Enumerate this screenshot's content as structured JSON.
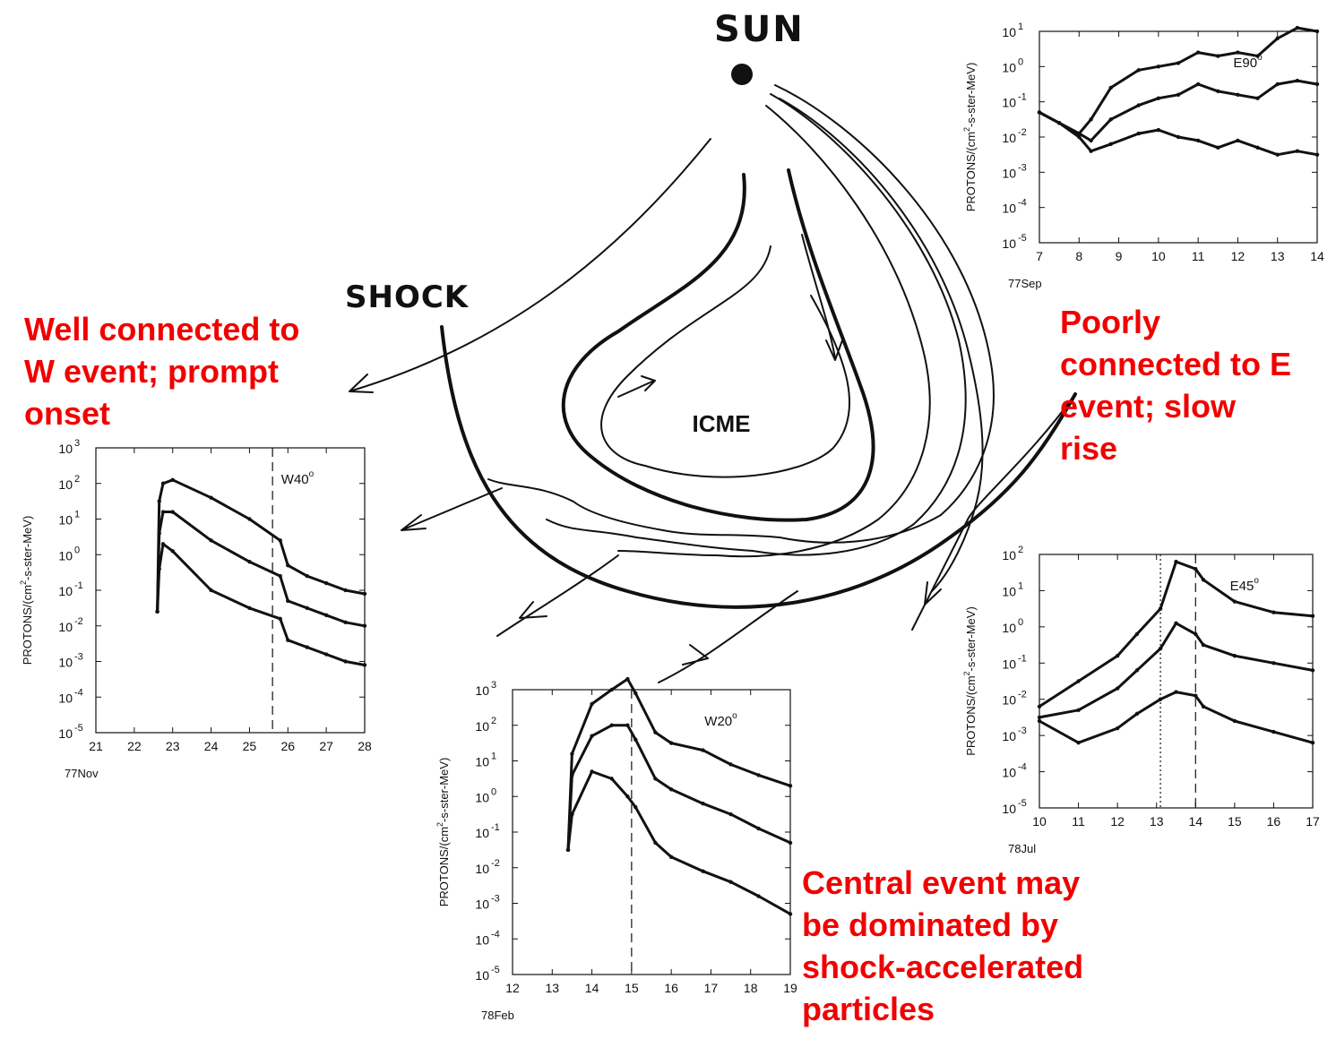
{
  "diagram": {
    "sun_label": "SUN",
    "shock_label": "SHOCK",
    "icme_label": "ICME"
  },
  "annotations": {
    "west": "Well connected to\nW event; prompt\nonset",
    "east": "Poorly\nconnected to E\nevent; slow\nrise",
    "central": "Central event may\nbe dominated by\nshock-accelerated\nparticles"
  },
  "colors": {
    "annotation": "#f20000",
    "ink": "#111111"
  },
  "panels": [
    {
      "id": "W40",
      "ylabel_parts": [
        "PROTONS/(cm",
        "2",
        "-s-ster-MeV)"
      ],
      "tag": "W40",
      "tag_sup": "o",
      "date_label": "77Nov",
      "x_ticks": [
        "21",
        "22",
        "23",
        "24",
        "25",
        "26",
        "27",
        "28"
      ],
      "x_range": [
        21,
        28
      ],
      "y_exponents": [
        "3",
        "2",
        "1",
        "0",
        "-1",
        "-2",
        "-3",
        "-4",
        "-5"
      ],
      "y_range_log10": [
        -5,
        3
      ],
      "dashed_lines": [
        25.6
      ],
      "dotted_lines": [],
      "series": [
        {
          "x": [
            22.6,
            22.65,
            22.75,
            23.0,
            24.0,
            25.0,
            25.8,
            26.0,
            26.5,
            27.0,
            27.5,
            28.0
          ],
          "y": [
            -1.6,
            1.5,
            2.0,
            2.1,
            1.6,
            1.0,
            0.4,
            -0.3,
            -0.6,
            -0.8,
            -1.0,
            -1.1
          ]
        },
        {
          "x": [
            22.6,
            22.65,
            22.75,
            23.0,
            24.0,
            25.0,
            25.8,
            26.0,
            26.5,
            27.0,
            27.5,
            28.0
          ],
          "y": [
            -1.6,
            0.6,
            1.2,
            1.2,
            0.4,
            -0.2,
            -0.6,
            -1.3,
            -1.5,
            -1.7,
            -1.9,
            -2.0
          ]
        },
        {
          "x": [
            22.6,
            22.65,
            22.75,
            23.0,
            24.0,
            25.0,
            25.8,
            26.0,
            26.5,
            27.0,
            27.5,
            28.0
          ],
          "y": [
            -1.6,
            -0.4,
            0.3,
            0.1,
            -1.0,
            -1.5,
            -1.8,
            -2.4,
            -2.6,
            -2.8,
            -3.0,
            -3.1
          ]
        }
      ]
    },
    {
      "id": "W20",
      "ylabel_parts": [
        "PROTONS/(cm",
        "2",
        "-s-ster-MeV)"
      ],
      "tag": "W20",
      "tag_sup": "o",
      "date_label": "78Feb",
      "x_ticks": [
        "12",
        "13",
        "14",
        "15",
        "16",
        "17",
        "18",
        "19"
      ],
      "x_range": [
        12,
        19
      ],
      "y_exponents": [
        "3",
        "2",
        "1",
        "0",
        "-1",
        "-2",
        "-3",
        "-4",
        "-5"
      ],
      "y_range_log10": [
        -5,
        3
      ],
      "dashed_lines": [
        15.0
      ],
      "dotted_lines": [],
      "series": [
        {
          "x": [
            13.4,
            13.5,
            14.0,
            14.5,
            14.9,
            15.1,
            15.6,
            16.0,
            16.8,
            17.5,
            18.2,
            19.0
          ],
          "y": [
            -1.5,
            1.2,
            2.6,
            3.0,
            3.3,
            2.9,
            1.8,
            1.5,
            1.3,
            0.9,
            0.6,
            0.3
          ]
        },
        {
          "x": [
            13.4,
            13.5,
            14.0,
            14.5,
            14.9,
            15.1,
            15.6,
            16.0,
            16.8,
            17.5,
            18.2,
            19.0
          ],
          "y": [
            -1.5,
            0.6,
            1.7,
            2.0,
            2.0,
            1.6,
            0.5,
            0.2,
            -0.2,
            -0.5,
            -0.9,
            -1.3
          ]
        },
        {
          "x": [
            13.4,
            13.5,
            14.0,
            14.5,
            14.9,
            15.1,
            15.6,
            16.0,
            16.8,
            17.5,
            18.2,
            19.0
          ],
          "y": [
            -1.5,
            -0.5,
            0.7,
            0.5,
            0.0,
            -0.3,
            -1.3,
            -1.7,
            -2.1,
            -2.4,
            -2.8,
            -3.3
          ]
        }
      ]
    },
    {
      "id": "E45",
      "ylabel_parts": [
        "PROTONS/(cm",
        "2",
        "-s-ster-MeV)"
      ],
      "tag": "E45",
      "tag_sup": "o",
      "date_label": "78Jul",
      "x_ticks": [
        "10",
        "11",
        "12",
        "13",
        "14",
        "15",
        "16",
        "17"
      ],
      "x_range": [
        10,
        17
      ],
      "y_exponents": [
        "2",
        "1",
        "0",
        "-1",
        "-2",
        "-3",
        "-4",
        "-5"
      ],
      "y_range_log10": [
        -5,
        2
      ],
      "dashed_lines": [
        14.0
      ],
      "dotted_lines": [
        13.1
      ],
      "series": [
        {
          "x": [
            10.0,
            11.0,
            12.0,
            12.5,
            13.1,
            13.5,
            14.0,
            14.2,
            15.0,
            16.0,
            17.0
          ],
          "y": [
            -2.2,
            -1.5,
            -0.8,
            -0.2,
            0.5,
            1.8,
            1.6,
            1.3,
            0.7,
            0.4,
            0.3
          ]
        },
        {
          "x": [
            10.0,
            11.0,
            12.0,
            12.5,
            13.1,
            13.5,
            14.0,
            14.2,
            15.0,
            16.0,
            17.0
          ],
          "y": [
            -2.5,
            -2.3,
            -1.7,
            -1.2,
            -0.6,
            0.1,
            -0.2,
            -0.5,
            -0.8,
            -1.0,
            -1.2
          ]
        },
        {
          "x": [
            10.0,
            11.0,
            12.0,
            12.5,
            13.1,
            13.5,
            14.0,
            14.2,
            15.0,
            16.0,
            17.0
          ],
          "y": [
            -2.6,
            -3.2,
            -2.8,
            -2.4,
            -2.0,
            -1.8,
            -1.9,
            -2.2,
            -2.6,
            -2.9,
            -3.2
          ]
        }
      ]
    },
    {
      "id": "E90",
      "ylabel_parts": [
        "PROTONS/(cm",
        "2",
        "-s-ster-MeV)"
      ],
      "tag": "E90",
      "tag_sup": "o",
      "date_label": "77Sep",
      "x_ticks": [
        "7",
        "8",
        "9",
        "10",
        "11",
        "12",
        "13",
        "14"
      ],
      "x_range": [
        7,
        14
      ],
      "y_exponents": [
        "1",
        "0",
        "-1",
        "-2",
        "-3",
        "-4",
        "-5"
      ],
      "y_range_log10": [
        -5,
        1
      ],
      "dashed_lines": [],
      "dotted_lines": [],
      "series": [
        {
          "x": [
            7.0,
            7.5,
            8.0,
            8.3,
            8.8,
            9.5,
            10.0,
            10.5,
            11.0,
            11.5,
            12.0,
            12.5,
            13.0,
            13.5,
            14.0
          ],
          "y": [
            -1.3,
            -1.6,
            -1.9,
            -1.5,
            -0.6,
            -0.1,
            0.0,
            0.1,
            0.4,
            0.3,
            0.4,
            0.3,
            0.8,
            1.1,
            1.0
          ]
        },
        {
          "x": [
            7.0,
            7.5,
            8.0,
            8.3,
            8.8,
            9.5,
            10.0,
            10.5,
            11.0,
            11.5,
            12.0,
            12.5,
            13.0,
            13.5,
            14.0
          ],
          "y": [
            -1.3,
            -1.6,
            -1.9,
            -2.1,
            -1.5,
            -1.1,
            -0.9,
            -0.8,
            -0.5,
            -0.7,
            -0.8,
            -0.9,
            -0.5,
            -0.4,
            -0.5
          ]
        },
        {
          "x": [
            7.0,
            7.5,
            8.0,
            8.3,
            8.8,
            9.5,
            10.0,
            10.5,
            11.0,
            11.5,
            12.0,
            12.5,
            13.0,
            13.5,
            14.0
          ],
          "y": [
            -1.3,
            -1.6,
            -2.0,
            -2.4,
            -2.2,
            -1.9,
            -1.8,
            -2.0,
            -2.1,
            -2.3,
            -2.1,
            -2.3,
            -2.5,
            -2.4,
            -2.5
          ]
        }
      ]
    }
  ]
}
